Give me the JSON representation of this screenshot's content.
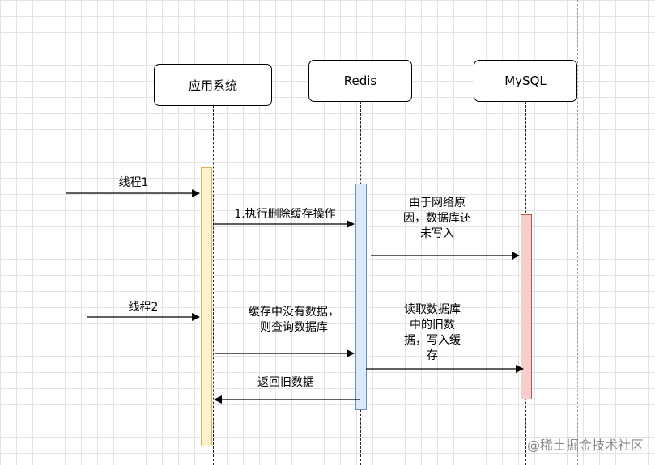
{
  "participants": {
    "app": "应用系统",
    "redis": "Redis",
    "mysql": "MySQL"
  },
  "labels": {
    "thread1": "线程1",
    "thread2": "线程2",
    "delete_cache": "1.执行删除缓存操作",
    "network_reason": "由于网络原因，数据库还未写入",
    "cache_miss": "缓存中没有数据，则查询数据库",
    "read_old": "读取数据库中的旧数据，写入缓存",
    "return_old": "返回旧数据"
  },
  "colors": {
    "app_fill": "#fff2cc",
    "app_stroke": "#d6b656",
    "redis_fill": "#dae8fc",
    "redis_stroke": "#6c8ebf",
    "mysql_fill": "#f8cecc",
    "mysql_stroke": "#b85450"
  },
  "icons": {
    "watermark_icon": "at-sign"
  },
  "watermark": "稀土掘金技术社区"
}
